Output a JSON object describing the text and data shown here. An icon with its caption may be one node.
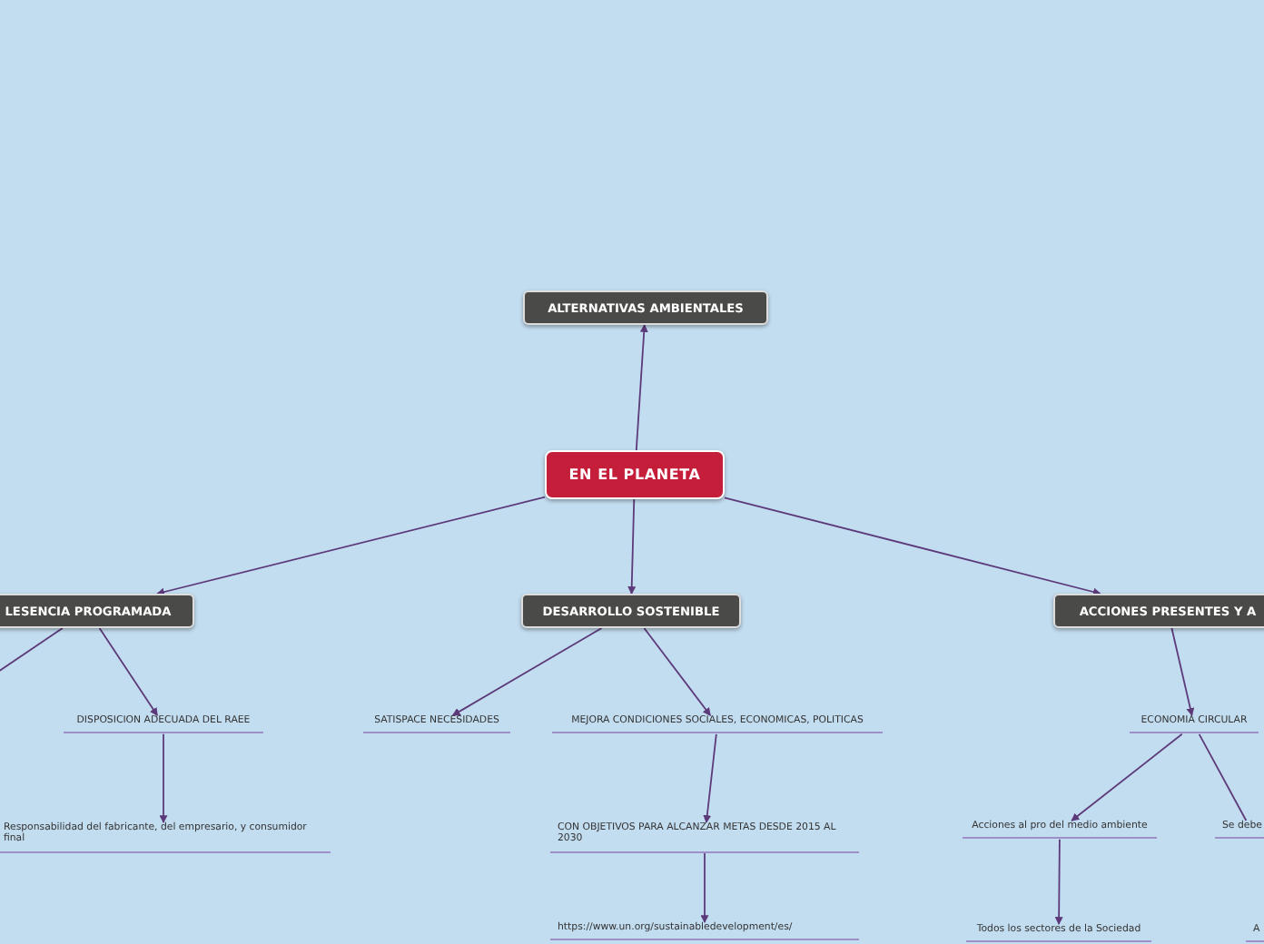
{
  "diagram": {
    "nodes": [
      {
        "text": [
          "EN EL PLANETA"
        ]
      },
      {
        "text": [
          "ALTERNATIVAS AMBIENTALES"
        ]
      },
      {
        "text": [
          "LESENCIA PROGRAMADA"
        ]
      },
      {
        "text": [
          "DESARROLLO SOSTENIBLE"
        ]
      },
      {
        "text": [
          "ACCIONES PRESENTES Y A"
        ]
      },
      {
        "text": [
          "DISPOSICION ADECUADA DEL RAEE"
        ]
      },
      {
        "text": [
          "Responsabilidad del fabricante, del empresario, y consumidor final"
        ]
      },
      {
        "text": [
          "SATISPACE NECESIDADES"
        ]
      },
      {
        "text": [
          "MEJORA CONDICIONES SOCIALES, ECONOMICAS, POLITICAS"
        ]
      },
      {
        "text": [
          "CON OBJETIVOS PARA ALCANZAR METAS DESDE 2015 AL 2030"
        ]
      },
      {
        "text": [
          "https://www.un.org/sustainabledevelopment/es/"
        ]
      },
      {
        "text": [
          "ECONOMIA CIRCULAR"
        ]
      },
      {
        "text": [
          "Acciones al pro del medio ambiente"
        ]
      },
      {
        "text": [
          "Se debe"
        ]
      },
      {
        "text": [
          "Todos los sectores de la Sociedad"
        ]
      },
      {
        "text": [
          "A"
        ]
      }
    ],
    "edges": [
      {
        "from": 0,
        "to": 1,
        "arrow": "to"
      },
      {
        "from": 0,
        "to": 2,
        "arrow": "to"
      },
      {
        "from": 0,
        "to": 3,
        "arrow": "to"
      },
      {
        "from": 0,
        "to": 4,
        "arrow": "to"
      },
      {
        "from": 2,
        "to": null,
        "arrow": "none"
      },
      {
        "from": 2,
        "to": 5,
        "arrow": "to"
      },
      {
        "from": 5,
        "to": 6,
        "arrow": "to"
      },
      {
        "from": 3,
        "to": 7,
        "arrow": "to"
      },
      {
        "from": 3,
        "to": 8,
        "arrow": "to"
      },
      {
        "from": 8,
        "to": 9,
        "arrow": "to"
      },
      {
        "from": 9,
        "to": 10,
        "arrow": "to"
      },
      {
        "from": 4,
        "to": 11,
        "arrow": "to"
      },
      {
        "from": 11,
        "to": 12,
        "arrow": "to"
      },
      {
        "from": 11,
        "to": 13,
        "arrow": "none"
      },
      {
        "from": 12,
        "to": 14,
        "arrow": "to"
      }
    ]
  }
}
